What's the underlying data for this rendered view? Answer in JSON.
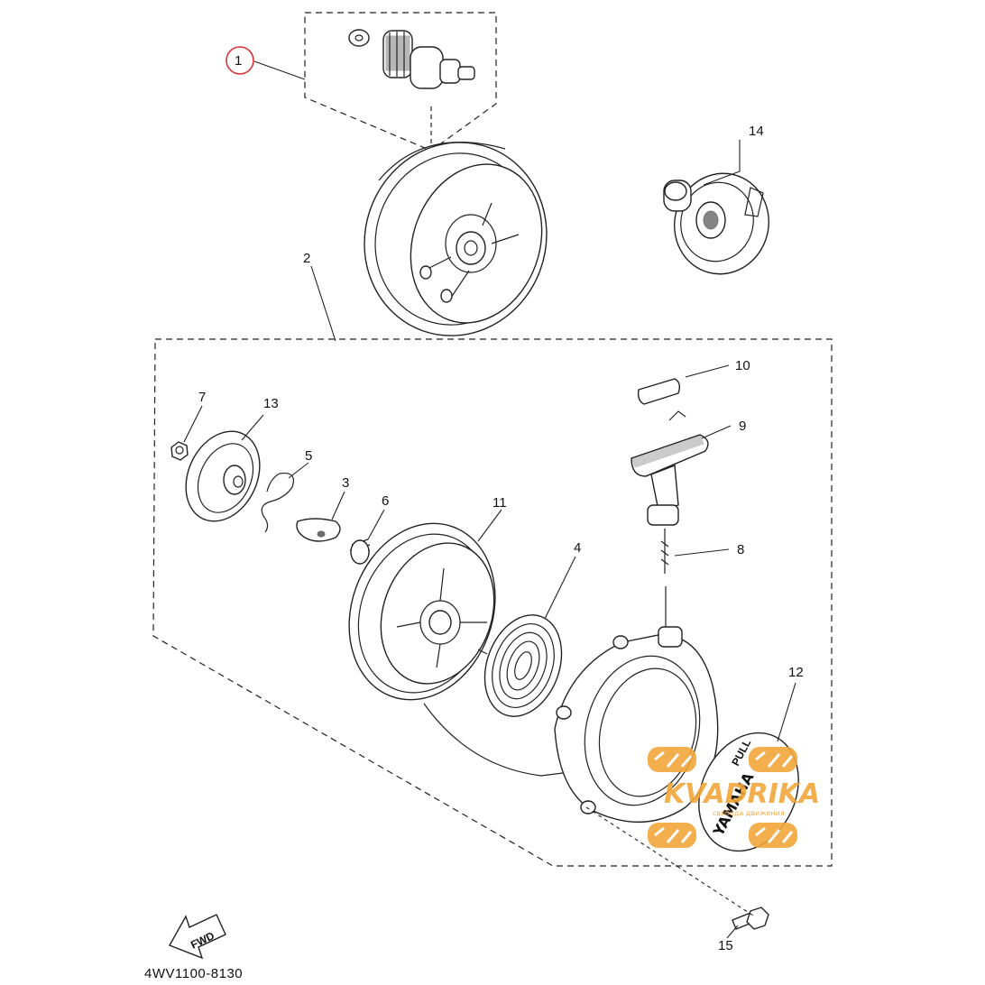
{
  "diagram": {
    "part_numbers": [
      "1",
      "2",
      "3",
      "4",
      "5",
      "6",
      "7",
      "8",
      "9",
      "10",
      "11",
      "12",
      "13",
      "14",
      "15"
    ],
    "highlighted_part": "1",
    "highlight_color": "#d9313a",
    "direction_arrow_label": "FWD",
    "drawing_code": "4WV1100-8130",
    "cover_brand": "YAMAHA",
    "cover_small_text": "PULL",
    "watermark": {
      "name": "KVADRIKA",
      "tagline": "свобода движения",
      "color": "#f2a63a"
    }
  }
}
